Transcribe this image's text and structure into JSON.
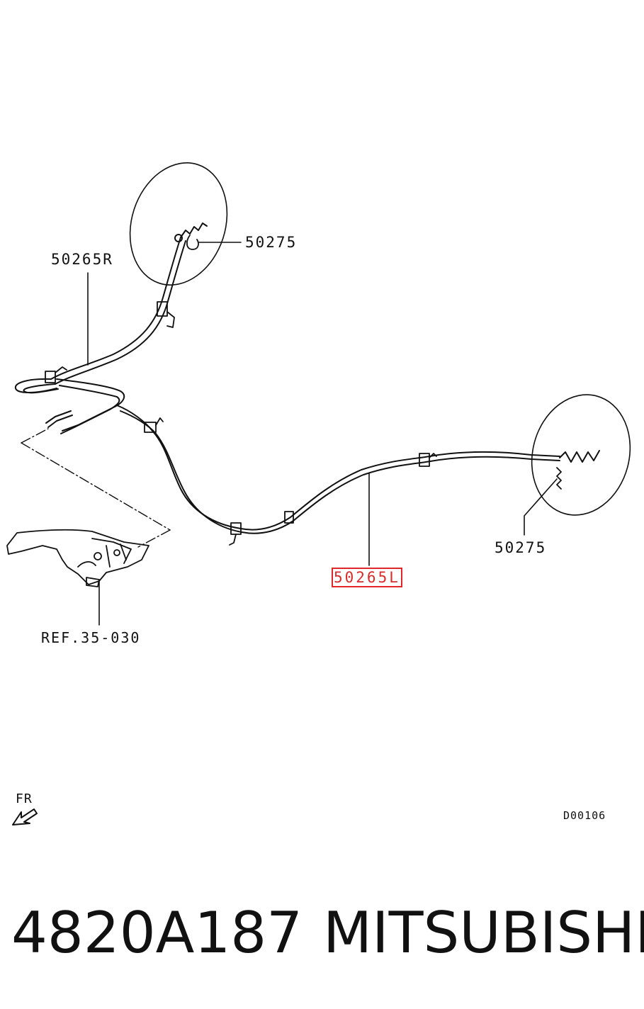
{
  "diagram": {
    "labels": {
      "cable_right": "50265R",
      "cable_left": "50265L",
      "clip_top": "50275",
      "clip_right": "50275",
      "reference": "REF.35-030",
      "direction": "FR",
      "drawing_code": "D00106"
    }
  },
  "product": {
    "part_number": "4820A187",
    "brand": "MITSUBISHI"
  },
  "colors": {
    "line": "#111111",
    "highlight": "#e0282a"
  }
}
